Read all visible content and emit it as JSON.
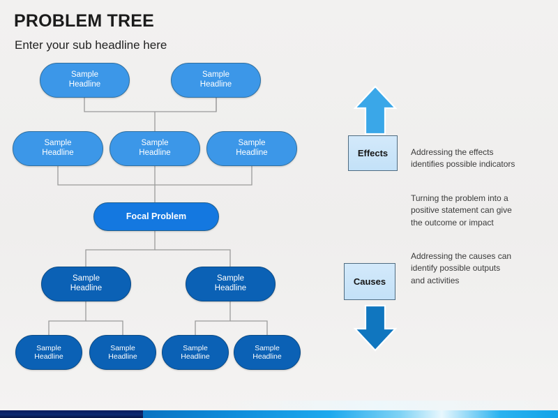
{
  "header": {
    "title": "PROBLEM TREE",
    "subtitle": "Enter your sub headline here"
  },
  "tree": {
    "node_label": "Sample\nHeadline",
    "focal_label": "Focal Problem",
    "row1": [
      {
        "label": "Sample\nHeadline"
      },
      {
        "label": "Sample\nHeadline"
      }
    ],
    "row2": [
      {
        "label": "Sample\nHeadline"
      },
      {
        "label": "Sample\nHeadline"
      },
      {
        "label": "Sample\nHeadline"
      }
    ],
    "row4": [
      {
        "label": "Sample\nHeadline"
      },
      {
        "label": "Sample\nHeadline"
      }
    ],
    "row5": [
      {
        "label": "Sample\nHeadline"
      },
      {
        "label": "Sample\nHeadline"
      },
      {
        "label": "Sample\nHeadline"
      },
      {
        "label": "Sample\nHeadline"
      }
    ]
  },
  "legend": {
    "effects_label": "Effects",
    "causes_label": "Causes",
    "effects_text": "Addressing the effects\nidentifies possible indicators",
    "middle_text": "Turning the problem into a\npositive statement can give\nthe outcome or impact",
    "causes_text": "Addressing the causes can\nidentify possible outputs\nand activities",
    "up_arrow_icon": "up-arrow-icon",
    "down_arrow_icon": "down-arrow-icon"
  },
  "colors": {
    "background": "#f1f0ef",
    "node_light": "#3c97e8",
    "node_mid": "#1478e0",
    "node_dark": "#0b61b5",
    "legend_box_fill": "#c9e4f9",
    "legend_box_border": "#4e6b80",
    "up_arrow": "#3aa7e8",
    "down_arrow": "#1076bf",
    "connector": "#9a9a9a",
    "bar_left": "#0b1f63",
    "bar_right": "#12a3e8",
    "title_text": "#1b1b1b",
    "body_text": "#3a3a3a"
  }
}
